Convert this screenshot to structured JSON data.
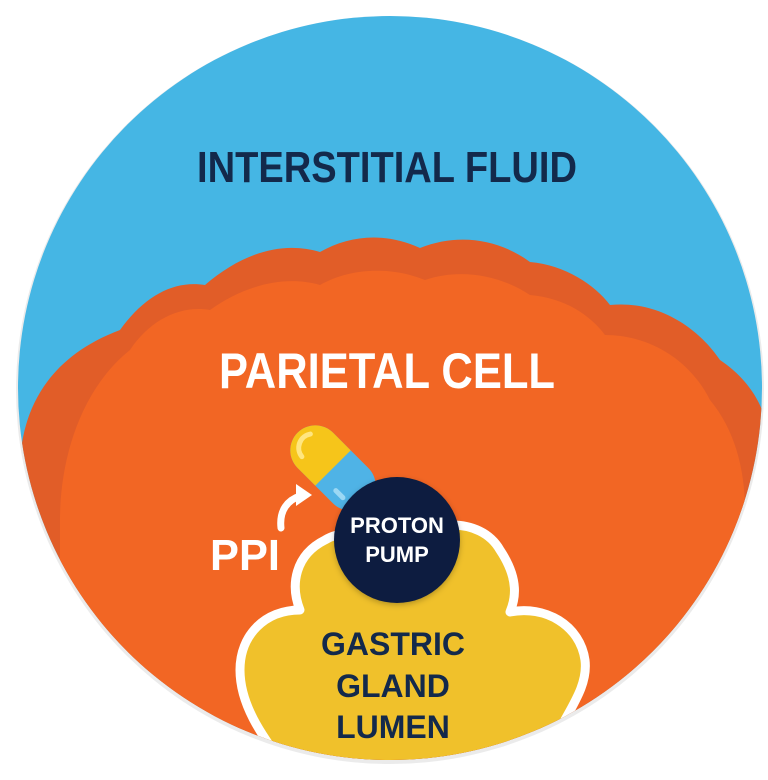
{
  "labels": {
    "interstitial_fluid": "INTERSTITIAL FLUID",
    "parietal_cell": "PARIETAL CELL",
    "ppi": "PPI",
    "proton_pump_line1": "PROTON",
    "proton_pump_line2": "PUMP",
    "lumen_line1": "GASTRIC",
    "lumen_line2": "GLAND",
    "lumen_line3": "LUMEN"
  },
  "colors": {
    "interstitial_fluid": "#45B6E4",
    "parietal_cell_outer": "#E15D28",
    "parietal_cell_inner": "#F26624",
    "gastric_lumen": "#F0C12B",
    "proton_pump": "#111E3F",
    "dark_text": "#13294B",
    "light_text": "#FFFFFF",
    "pill_yellow": "#F6C51A",
    "pill_blue": "#4FB3E6"
  },
  "icons": {
    "drug": "capsule-icon",
    "arrow": "curved-arrow-icon"
  }
}
